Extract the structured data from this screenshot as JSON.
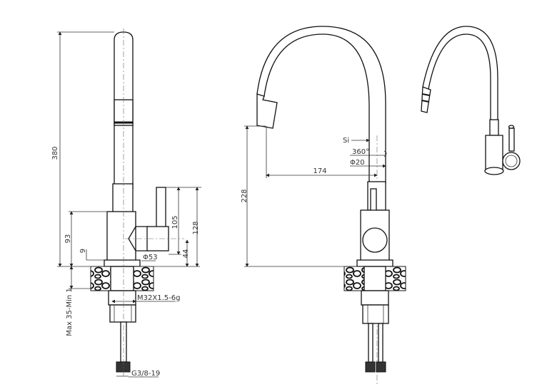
{
  "title": "Kitchen faucet technical drawing",
  "side_view": {
    "dimensions": {
      "total_height": "380",
      "body_height": "93",
      "base_offset": "9",
      "mount_thickness": "Max 35-Min 1",
      "handle_height": "105",
      "handle_total": "128",
      "handle_center": "44",
      "body_diameter": "Φ53",
      "shank_thread": "M32X1.5-6g",
      "hose_thread": "G3/8-19"
    }
  },
  "front_view": {
    "dimensions": {
      "spout_height": "228",
      "spout_reach": "174",
      "material_label": "Si",
      "rotation": "360°",
      "tube_diameter": "Φ20"
    }
  }
}
